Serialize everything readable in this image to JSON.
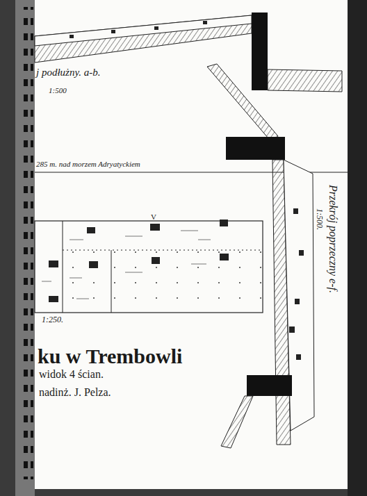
{
  "diagram": {
    "title": "ku w Trembowli",
    "labels": [
      "j podłużny. a-b.",
      "1:500",
      "285 m. nad morzem Adryatyckiem",
      "V",
      "1:250.",
      "widok 4 ścian.",
      "nadinż. J. Pelza.",
      "Przekrój poprzeczny e-f.",
      "1:500."
    ]
  }
}
